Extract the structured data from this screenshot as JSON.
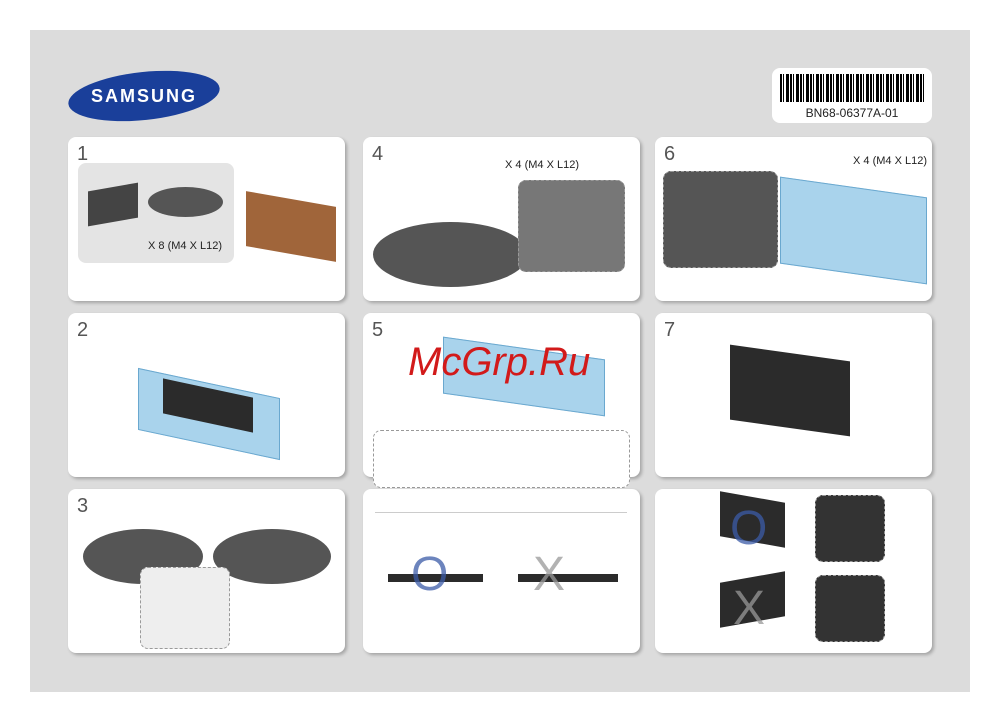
{
  "brand": "SAMSUNG",
  "barcode": "BN68-06377A-01",
  "watermark": "McGrp.Ru",
  "steps": [
    {
      "number": "1",
      "screw": "X 8 (M4 X L12)"
    },
    {
      "number": "2"
    },
    {
      "number": "3"
    },
    {
      "number": "4",
      "screw": "X 4 (M4 X L12)"
    },
    {
      "number": "5"
    },
    {
      "number": "6",
      "screw": "X 4 (M4 X L12)"
    },
    {
      "number": "7"
    }
  ],
  "marks": {
    "ok": "O",
    "ng": "X"
  }
}
